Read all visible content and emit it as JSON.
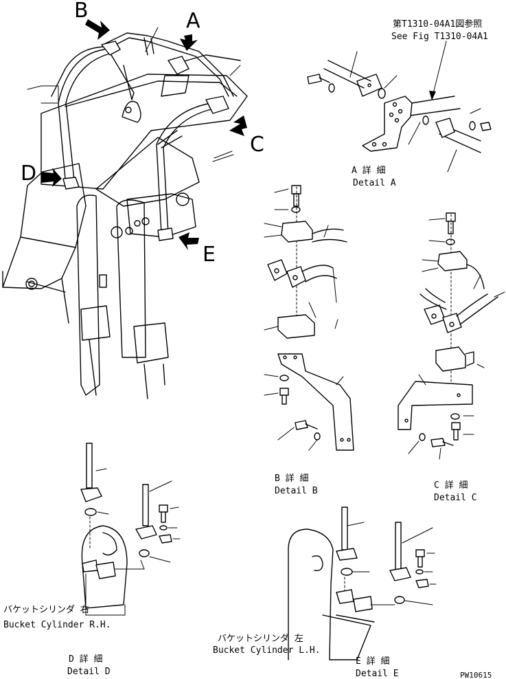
{
  "view_labels": {
    "b": "B",
    "a": "A",
    "c": "C",
    "d": "D",
    "e": "E"
  },
  "reference": {
    "jp": "第T1310-04A1図参照",
    "en": "See Fig T1310-04A1"
  },
  "details": {
    "a": {
      "jp": "A 詳 細",
      "en": "Detail A"
    },
    "b": {
      "jp": "B 詳 細",
      "en": "Detail B"
    },
    "c": {
      "jp": "C 詳 細",
      "en": "Detail C"
    },
    "d": {
      "jp": "D 詳 細",
      "en": "Detail D"
    },
    "e": {
      "jp": "E 詳 細",
      "en": "Detail E"
    }
  },
  "cylinders": {
    "right": {
      "jp": "バケットシリンダ 右",
      "en": "Bucket Cylinder R.H."
    },
    "left": {
      "jp": "バケットシリンダ 左",
      "en": "Bucket Cylinder L.H."
    }
  },
  "drawing_code": "PW10615"
}
